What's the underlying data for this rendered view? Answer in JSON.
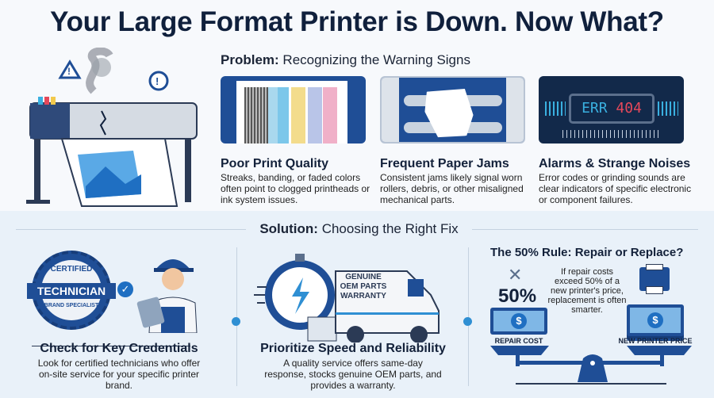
{
  "title": "Your Large Format Printer is Down. Now What?",
  "problem": {
    "heading_bold": "Problem:",
    "heading_rest": " Recognizing the Warning Signs",
    "cards": [
      {
        "title": "Poor Print Quality",
        "text": "Streaks, banding, or faded colors often point to clogged printheads or ink system issues."
      },
      {
        "title": "Frequent Paper Jams",
        "text": "Consistent jams likely signal worn rollers, debris, or other misaligned mechanical parts."
      },
      {
        "title": "Alarms & Strange Noises",
        "text": "Error codes or grinding sounds are clear indicators of specific electronic or component failures."
      }
    ],
    "error_display": {
      "prefix": "ERR",
      "code": "404"
    }
  },
  "solution": {
    "heading_bold": "Solution:",
    "heading_rest": " Choosing the Right Fix",
    "badge": {
      "top": "CERTIFIED",
      "middle": "TECHNICIAN",
      "bottom": "BRAND SPECIALIST"
    },
    "van_label": [
      "GENUINE",
      "OEM PARTS",
      "WARRANTY"
    ],
    "cards": [
      {
        "title": "Check for Key Credentials",
        "text": "Look for certified technicians who offer on-site service for your specific printer brand."
      },
      {
        "title": "Prioritize Speed and Reliability",
        "text": "A quality service offers same-day response, stocks genuine OEM parts, and provides a warranty."
      }
    ],
    "rule": {
      "title": "The 50% Rule: Repair or Replace?",
      "percent": "50%",
      "text": "If repair costs exceed 50% of a new printer's price, replacement is often smarter.",
      "left_label": "REPAIR COST",
      "right_label": "NEW PRINTER PRICE",
      "currency_symbol": "$"
    }
  },
  "colors": {
    "navy": "#1f4e96",
    "dark": "#10203c",
    "accent": "#2f8fd3",
    "error_red": "#e5485a",
    "error_blue": "#3ab0e0"
  }
}
